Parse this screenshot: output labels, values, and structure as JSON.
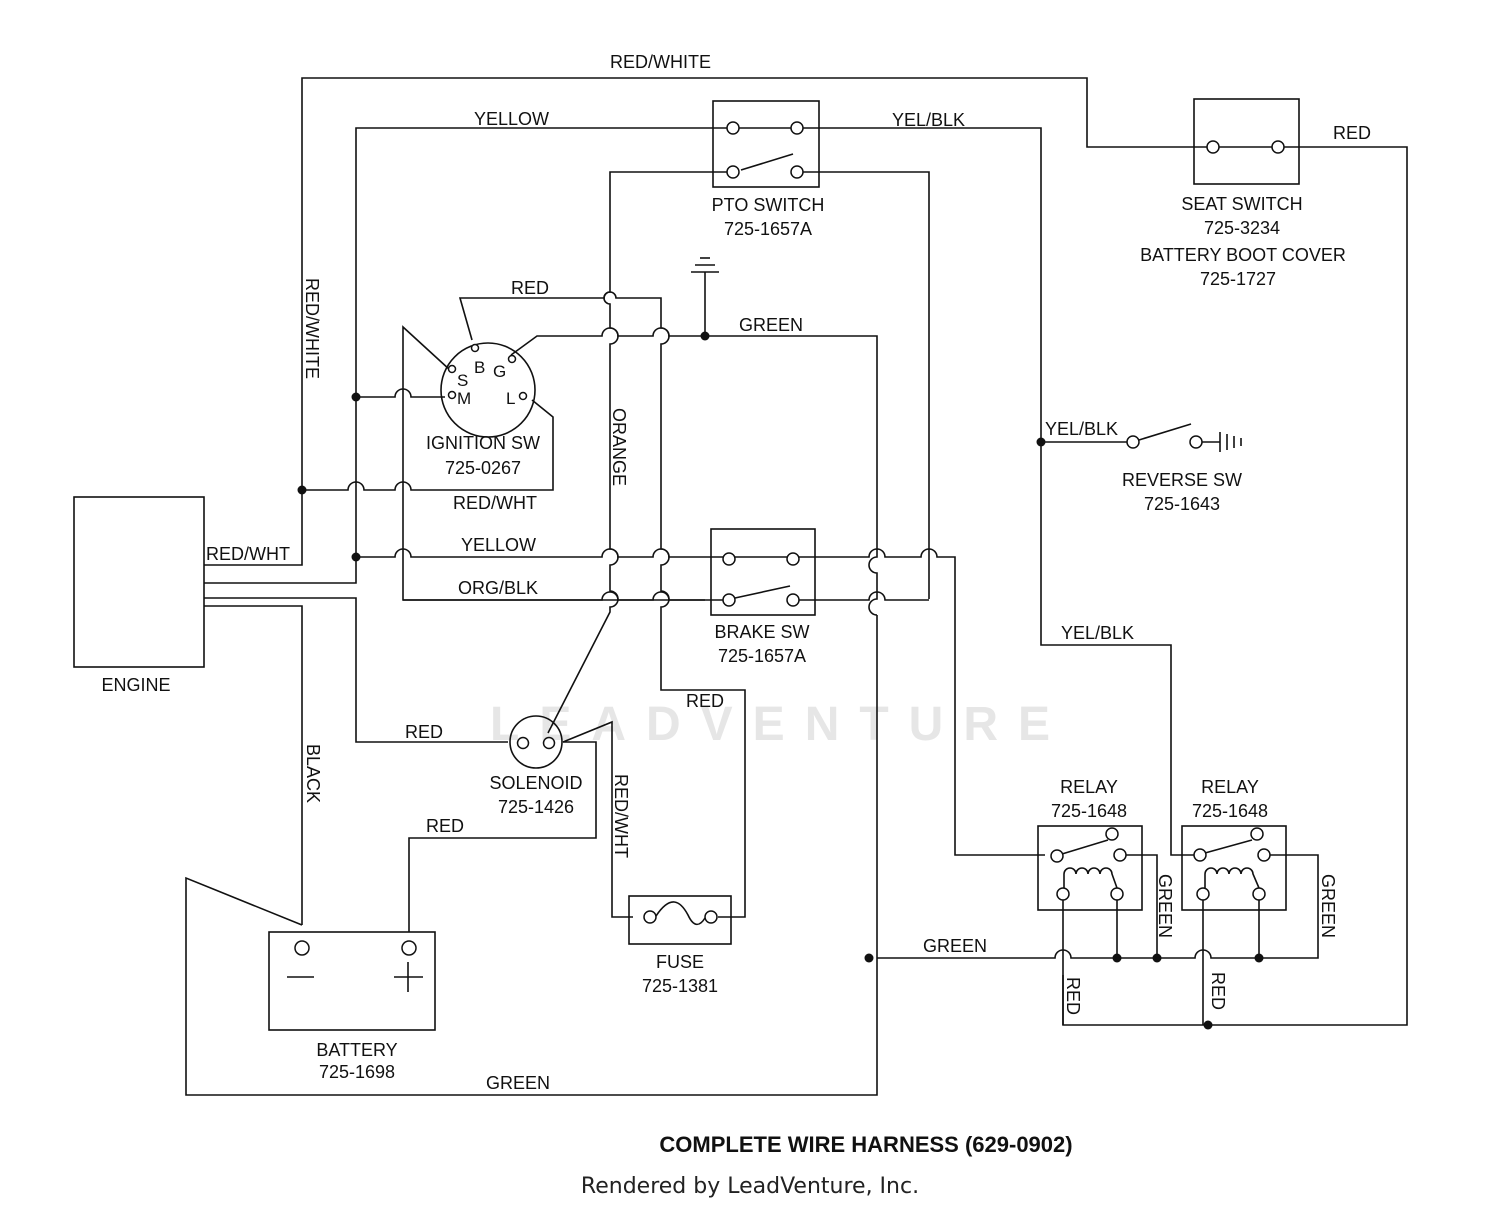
{
  "diagram": {
    "title": "COMPLETE WIRE HARNESS (629-0902)",
    "credit": "Rendered by LeadVenture, Inc.",
    "watermark": "LEADVENTURE",
    "line_color": "#111111",
    "background": "#ffffff"
  },
  "components": {
    "pto_switch": {
      "name": "PTO SWITCH",
      "part": "725-1657A"
    },
    "seat_switch": {
      "name": "SEAT SWITCH",
      "part": "725-3234",
      "extra_name": "BATTERY BOOT COVER",
      "extra_part": "725-1727"
    },
    "ignition_switch": {
      "name": "IGNITION SW",
      "part": "725-0267",
      "pins": [
        "S",
        "B",
        "G",
        "M",
        "L"
      ]
    },
    "reverse_switch": {
      "name": "REVERSE SW",
      "part": "725-1643"
    },
    "engine": {
      "name": "ENGINE"
    },
    "brake_switch": {
      "name": "BRAKE SW",
      "part": "725-1657A"
    },
    "solenoid": {
      "name": "SOLENOID",
      "part": "725-1426"
    },
    "relay_1": {
      "name": "RELAY",
      "part": "725-1648"
    },
    "relay_2": {
      "name": "RELAY",
      "part": "725-1648"
    },
    "battery": {
      "name": "BATTERY",
      "part": "725-1698",
      "neg": "—",
      "pos": "+"
    },
    "fuse": {
      "name": "FUSE",
      "part": "725-1381"
    }
  },
  "wire_labels": {
    "top_red_white": "RED/WHITE",
    "yellow_top": "YELLOW",
    "yel_blk_top": "YEL/BLK",
    "red_seat": "RED",
    "red_white_vertical": "RED/WHITE",
    "red_ignition": "RED",
    "green_ground": "GREEN",
    "orange_vertical": "ORANGE",
    "yel_blk_reverse": "YEL/BLK",
    "red_wht_ignition": "RED/WHT",
    "red_wht_engine": "RED/WHT",
    "yellow_mid": "YELLOW",
    "org_blk": "ORG/BLK",
    "yel_blk_relay": "YEL/BLK",
    "red_brake": "RED",
    "red_solenoid": "RED",
    "black_vertical": "BLACK",
    "red_wht_fuse": "RED/WHT",
    "red_battery": "RED",
    "green_relay_bus": "GREEN",
    "green_relay1": "GREEN",
    "green_relay2": "GREEN",
    "red_relay1": "RED",
    "red_relay2": "RED",
    "green_bottom": "GREEN"
  }
}
